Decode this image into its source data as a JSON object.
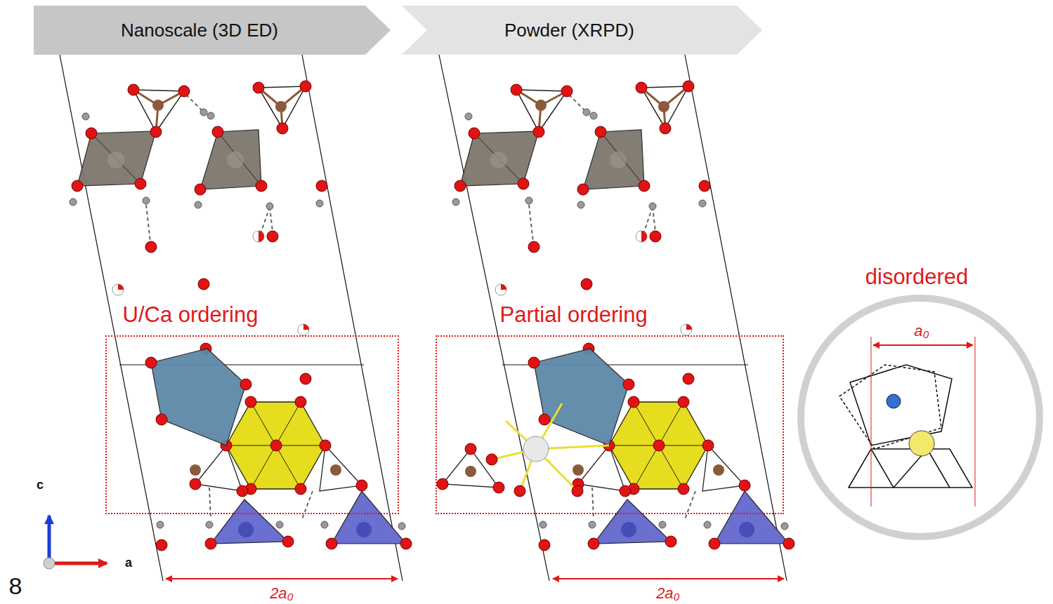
{
  "diagram": {
    "nodes": [
      {
        "text": [
          "Nanoscale (3D ED)"
        ]
      },
      {
        "text": [
          "Powder (XRPD)"
        ]
      },
      {
        "text": [
          "U/Ca ordering"
        ]
      },
      {
        "text": [
          "Partial ordering"
        ]
      },
      {
        "text": [
          "disordered",
          "a₀"
        ]
      }
    ],
    "labels": [
      "c",
      "a",
      "8",
      "2a₀",
      "2a₀"
    ]
  }
}
